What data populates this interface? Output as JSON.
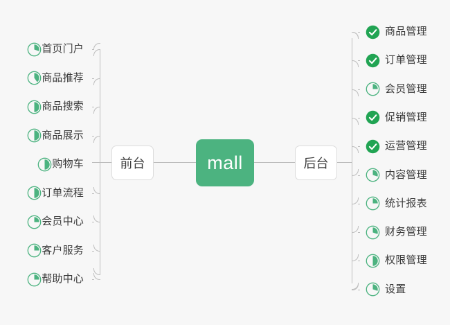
{
  "diagram": {
    "background_color": "#f7f7f7",
    "accent_color": "#4cb380",
    "line_color": "#bdbdbd",
    "text_color": "#3b3b3b"
  },
  "root": {
    "label": "mall"
  },
  "front": {
    "label": "前台",
    "items": [
      {
        "label": "首页门户",
        "icon": "pie-progress-icon",
        "progress": 30,
        "status": "in-progress"
      },
      {
        "label": "商品推荐",
        "icon": "pie-progress-icon",
        "progress": 40,
        "status": "in-progress"
      },
      {
        "label": "商品搜索",
        "icon": "pie-progress-icon",
        "progress": 50,
        "status": "in-progress"
      },
      {
        "label": "商品展示",
        "icon": "pie-progress-icon",
        "progress": 50,
        "status": "in-progress"
      },
      {
        "label": "购物车",
        "icon": "pie-progress-icon",
        "progress": 50,
        "status": "in-progress"
      },
      {
        "label": "订单流程",
        "icon": "pie-progress-icon",
        "progress": 50,
        "status": "in-progress"
      },
      {
        "label": "会员中心",
        "icon": "pie-progress-icon",
        "progress": 25,
        "status": "in-progress"
      },
      {
        "label": "客户服务",
        "icon": "pie-progress-icon",
        "progress": 25,
        "status": "in-progress"
      },
      {
        "label": "帮助中心",
        "icon": "pie-progress-icon",
        "progress": 25,
        "status": "in-progress"
      }
    ]
  },
  "back": {
    "label": "后台",
    "items": [
      {
        "label": "商品管理",
        "icon": "check-circle-icon",
        "progress": 100,
        "status": "done"
      },
      {
        "label": "订单管理",
        "icon": "check-circle-icon",
        "progress": 100,
        "status": "done"
      },
      {
        "label": "会员管理",
        "icon": "pie-progress-icon",
        "progress": 25,
        "status": "in-progress"
      },
      {
        "label": "促销管理",
        "icon": "check-circle-icon",
        "progress": 100,
        "status": "done"
      },
      {
        "label": "运营管理",
        "icon": "check-circle-icon",
        "progress": 100,
        "status": "done"
      },
      {
        "label": "内容管理",
        "icon": "pie-progress-icon",
        "progress": 30,
        "status": "in-progress"
      },
      {
        "label": "统计报表",
        "icon": "pie-progress-icon",
        "progress": 25,
        "status": "in-progress"
      },
      {
        "label": "财务管理",
        "icon": "pie-progress-icon",
        "progress": 30,
        "status": "in-progress"
      },
      {
        "label": "权限管理",
        "icon": "pie-progress-icon",
        "progress": 50,
        "status": "in-progress"
      },
      {
        "label": "设置",
        "icon": "pie-progress-icon",
        "progress": 30,
        "status": "in-progress"
      }
    ]
  }
}
